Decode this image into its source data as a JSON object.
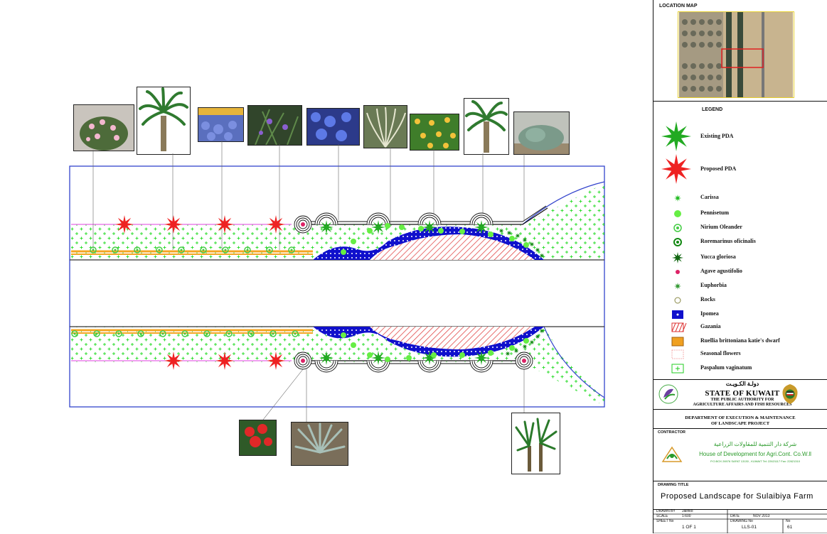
{
  "location_map": {
    "label": "LOCATION MAP"
  },
  "legend": {
    "title": "LEGEND",
    "items": [
      {
        "label": "Existing PDA",
        "icon": "existing-pda-icon",
        "color": "#22aa22"
      },
      {
        "label": "Proposed PDA",
        "icon": "proposed-pda-icon",
        "color": "#ee2222"
      },
      {
        "label": "Carissa",
        "icon": "carissa-icon",
        "color": "#22bb22"
      },
      {
        "label": "Pennisetum",
        "icon": "pennisetum-icon",
        "color": "#66ee44"
      },
      {
        "label": "Nirium Oleander",
        "icon": "oleander-icon",
        "color": "#44cc44"
      },
      {
        "label": "Roremarinus oficinalis",
        "icon": "rosemary-icon",
        "color": "#118811"
      },
      {
        "label": "Yucca gloriosa",
        "icon": "yucca-icon",
        "color": "#116611"
      },
      {
        "label": "Agave agustifolio",
        "icon": "agave-icon",
        "color": "#dd2266"
      },
      {
        "label": "Euphorbia",
        "icon": "euphorbia-icon",
        "color": "#339933"
      },
      {
        "label": "Rocks",
        "icon": "rocks-icon",
        "color": "#888844"
      },
      {
        "label": "Ipomea",
        "icon": "ipomea-icon",
        "color": "#1111cc"
      },
      {
        "label": "Gazania",
        "icon": "gazania-icon",
        "color": "#dd3333"
      },
      {
        "label": "Ruellia brittoniana katie's dwarf",
        "icon": "ruellia-icon",
        "color": "#f0a020"
      },
      {
        "label": "Seasonal flowers",
        "icon": "seasonal-flowers-icon",
        "color": "#f4b0b0"
      },
      {
        "label": "Paspalum vaginatum",
        "icon": "paspalum-icon",
        "color": "#22cc22"
      }
    ]
  },
  "authority": {
    "arabic": "دولـة الكـويـت",
    "state": "STATE OF KUWAIT",
    "line1": "THE PUBLIC AUTHORITY FOR",
    "line2": "AGRICULTURE AFFAIRS AND FISH RESOURCES"
  },
  "department": {
    "line1": "DEPARTMENT OF EXECUTION & MAINTENANCE",
    "line2": "OF LANDSCAPE PROJECT"
  },
  "contractor": {
    "label": "CONTRACTOR",
    "arabic": "شركة دار التنمية للمقاولات الزراعية",
    "name": "House of Development for Agri.Cont. Co.W.ll",
    "address": "P.O.BOX 26976 SAFAT 13130 , KUWAIT Tel: 22621117 Fax: 22621310"
  },
  "drawing": {
    "title_label": "DRAWING TITLE",
    "title": "Proposed Landscape for Sulaibiya Farm"
  },
  "info": {
    "drawn_by_label": "DRAWN BY",
    "drawn_by": "Jalinko",
    "scale_label": "SCALE",
    "scale": "1:600",
    "date_label": "DATE",
    "date": "NOV 2013",
    "sheet_label": "SHEET No",
    "sheet": "1 OF 1",
    "drawing_no_label": "DRAWING No",
    "drawing_no": "LLS-01",
    "no_label": "No",
    "no": "61"
  },
  "colors": {
    "boundary": "#3344cc",
    "ipomea": "#1010cc",
    "gazania": "#e04040",
    "grass": "#33dd33",
    "ruellia": "#f5a623"
  }
}
